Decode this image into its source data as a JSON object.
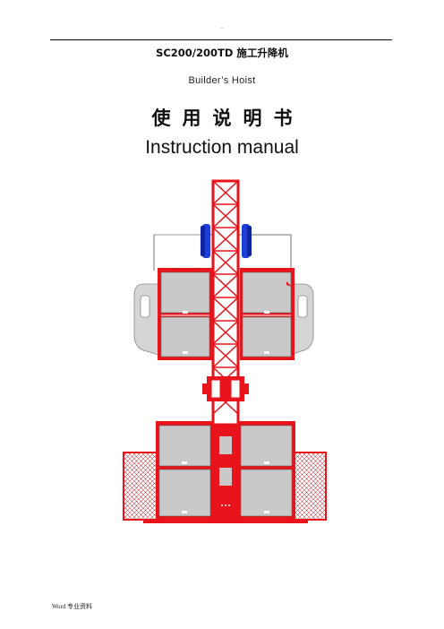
{
  "header": {
    "mark": "."
  },
  "document": {
    "model_title": "SC200/200TD 施工升降机",
    "subtitle_en": "Builder’s Hoist",
    "title_cn": "使用说明书",
    "title_en": "Instruction manual"
  },
  "figure": {
    "subject": "builders-hoist-elevation",
    "accent_color": "#e8131b",
    "cage_color": "#c8c8c8",
    "motor_color": "#1d3ed8"
  },
  "footer": {
    "text": "Word 专业资料"
  }
}
